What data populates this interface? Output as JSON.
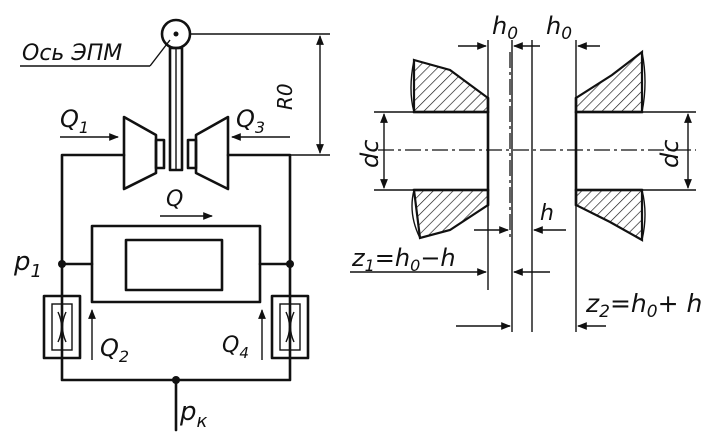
{
  "left": {
    "axis_label": "Ось ЭПМ",
    "r0": "R0",
    "q1": "Q",
    "q1_sub": "1",
    "q3": "Q",
    "q3_sub": "3",
    "q": "Q",
    "p1": "p",
    "p1_sub": "1",
    "q2": "Q",
    "q2_sub": "2",
    "q4": "Q",
    "q4_sub": "4",
    "pk": "p",
    "pk_sub": "к"
  },
  "right": {
    "h0_left": "h",
    "h0_left_sub": "0",
    "h0_right": "h",
    "h0_right_sub": "0",
    "dc_left": "dc",
    "dc_right": "dc",
    "h": "h",
    "z1": "z",
    "z1_sub": "1",
    "z1_expr": "=h",
    "z1_expr_sub": "0",
    "z1_tail": "−h",
    "z2": "z",
    "z2_sub": "2",
    "z2_expr": "=h",
    "z2_expr_sub": "0",
    "z2_tail": "+ h"
  }
}
